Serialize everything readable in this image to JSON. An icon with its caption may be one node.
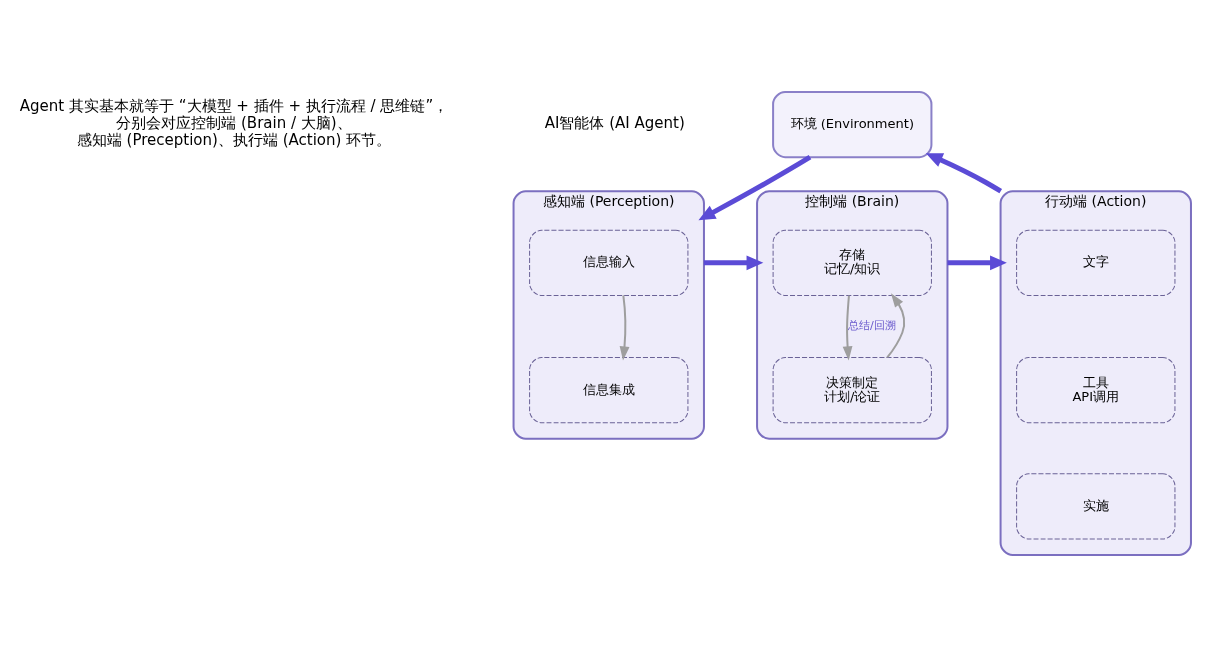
{
  "diagram": {
    "nodes": [
      {
        "text": [
          "环境 (Environment)"
        ]
      },
      {
        "text": [
          "感知端 (Perception)"
        ]
      },
      {
        "text": [
          "信息输入"
        ],
        "in": 1
      },
      {
        "text": [
          "信息集成"
        ],
        "in": 1
      },
      {
        "text": [
          "控制端 (Brain)"
        ]
      },
      {
        "text": [
          "存储",
          "记忆/知识"
        ],
        "in": 4
      },
      {
        "text": [
          "决策制定",
          "计划/论证"
        ],
        "in": 4
      },
      {
        "text": [
          "行动端 (Action)"
        ]
      },
      {
        "text": [
          "文字"
        ],
        "in": 7
      },
      {
        "text": [
          "工具",
          "API调用"
        ],
        "in": 7
      },
      {
        "text": [
          "实施"
        ],
        "in": 7
      }
    ],
    "edges": [
      {
        "from": 0,
        "to": 1,
        "arrow": "to"
      },
      {
        "from": 1,
        "to": 4,
        "arrow": "to"
      },
      {
        "from": 4,
        "to": 7,
        "arrow": "to"
      },
      {
        "from": 7,
        "to": 0,
        "arrow": "to"
      },
      {
        "from": 2,
        "to": 3,
        "arrow": "to",
        "color": "#9e9e9e"
      },
      {
        "from": 5,
        "to": 6,
        "arrow": "to",
        "color": "#9e9e9e",
        "label": "总结/回溯"
      },
      {
        "from": 6,
        "to": 5,
        "arrow": "to",
        "color": "#9e9e9e"
      }
    ],
    "labels": [
      "Agent 其实基本就等于 “大模型 + 插件 + 执行流程 / 思维链”，分别会对应控制端 (Brain / 大脑)、感知端 (Preception)、执行端 (Action) 环节。",
      "AI智能体 (AI Agent)"
    ]
  }
}
